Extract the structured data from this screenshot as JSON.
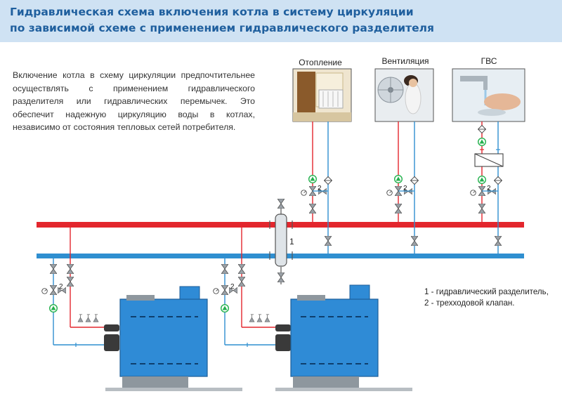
{
  "header": {
    "title_line1": "Гидравлическая схема включения котла в систему циркуляции",
    "title_line2": "по зависимой схеме с применением гидравлического разделителя"
  },
  "intro_text": "Включение котла в схему циркуляции предпочтительнее осуществлять с применением гидравлического разделителя или гидравлических перемычек. Это обеспечит надежную циркуляцию воды в котлах, независимо от состояния тепловых сетей потребителя.",
  "consumers": [
    {
      "label": "Отопление",
      "icon": "radiator-room-photo"
    },
    {
      "label": "Вентиляция",
      "icon": "fan-photo"
    },
    {
      "label": "ГВС",
      "icon": "faucet-photo"
    }
  ],
  "diagram": {
    "separator_marker": "1",
    "valve_marker": "2"
  },
  "legend": {
    "item1": "1 - гидравлический разделитель,",
    "item2": "2 - трехходовой клапан."
  },
  "colors": {
    "supply": "#e3262d",
    "return": "#2f8fd0",
    "boiler": "#2f8bd6",
    "header_bg": "#cfe2f3",
    "title": "#1f5f9e",
    "pump": "#23b14d"
  }
}
